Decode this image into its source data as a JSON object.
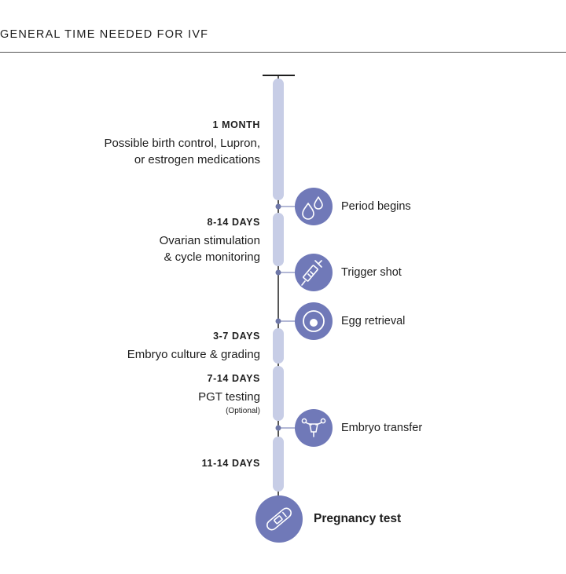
{
  "header": {
    "title": "GENERAL TIME NEEDED FOR IVF"
  },
  "segments": [
    {
      "duration": "1 MONTH",
      "description_lines": [
        "Possible birth control, Lupron,",
        "or estrogen medications"
      ]
    },
    {
      "duration": "8-14 DAYS",
      "description_lines": [
        "Ovarian stimulation",
        "& cycle monitoring"
      ]
    },
    {
      "duration": "3-7 DAYS",
      "description_lines": [
        "Embryo culture & grading"
      ]
    },
    {
      "duration": "7-14 DAYS",
      "description_lines": [
        "PGT testing"
      ],
      "note": "(Optional)"
    },
    {
      "duration": "11-14 DAYS",
      "description_lines": []
    }
  ],
  "events": [
    {
      "label": "Period begins",
      "icon": "droplets-icon"
    },
    {
      "label": "Trigger shot",
      "icon": "syringe-icon"
    },
    {
      "label": "Egg retrieval",
      "icon": "egg-icon"
    },
    {
      "label": "Embryo transfer",
      "icon": "uterus-icon"
    }
  ],
  "final": {
    "label": "Pregnancy test",
    "icon": "pregnancy-test-icon"
  },
  "colors": {
    "circle": "#7079b8",
    "bar": "#c7cde6",
    "line": "#1e1e1e",
    "dot": "#6e77a8",
    "connector": "#9aa1c8"
  }
}
